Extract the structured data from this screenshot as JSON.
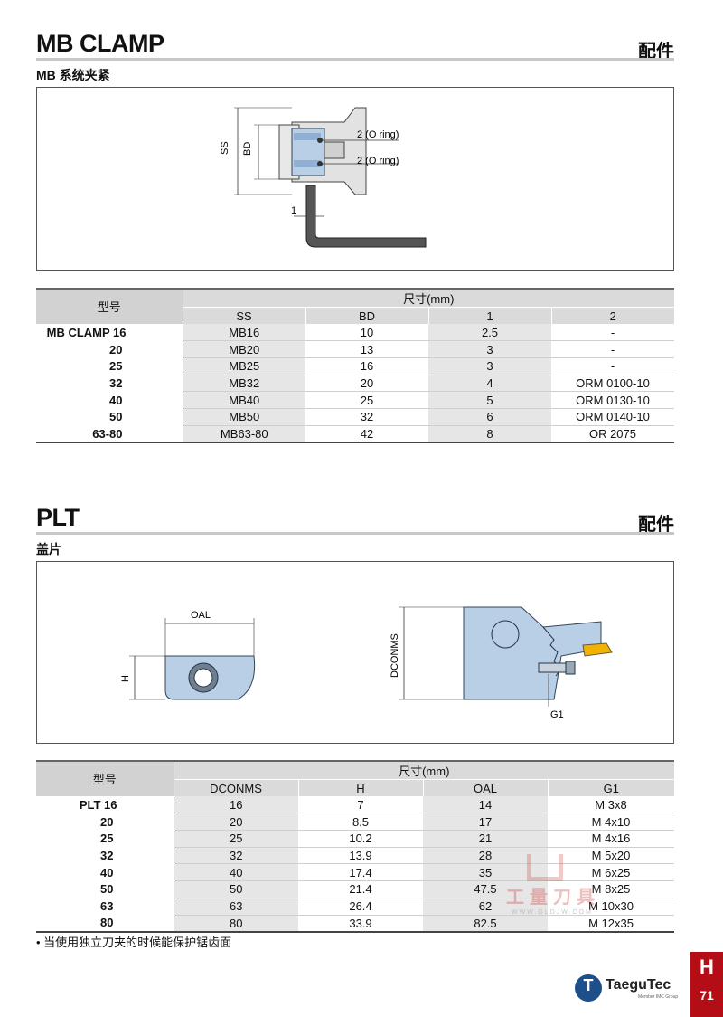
{
  "section1": {
    "title": "MB CLAMP",
    "right_label": "配件",
    "subtitle": "MB 系统夹紧",
    "diagram": {
      "label_ss": "SS",
      "label_bd": "BD",
      "label_oring_1": "2 (O ring)",
      "label_oring_2": "2 (O ring)",
      "label_1": "1"
    },
    "table": {
      "model_header": "型号",
      "group_header": "尺寸(mm)",
      "columns": [
        "SS",
        "BD",
        "1",
        "2"
      ],
      "rows": [
        {
          "model": "MB CLAMP 16",
          "cells": [
            "MB16",
            "10",
            "2.5",
            "-"
          ]
        },
        {
          "model": "20",
          "cells": [
            "MB20",
            "13",
            "3",
            "-"
          ]
        },
        {
          "model": "25",
          "cells": [
            "MB25",
            "16",
            "3",
            "-"
          ]
        },
        {
          "model": "32",
          "cells": [
            "MB32",
            "20",
            "4",
            "ORM 0100-10"
          ]
        },
        {
          "model": "40",
          "cells": [
            "MB40",
            "25",
            "5",
            "ORM 0130-10"
          ]
        },
        {
          "model": "50",
          "cells": [
            "MB50",
            "32",
            "6",
            "ORM 0140-10"
          ]
        },
        {
          "model": "63-80",
          "cells": [
            "MB63-80",
            "42",
            "8",
            "OR 2075"
          ]
        }
      ]
    }
  },
  "section2": {
    "title": "PLT",
    "right_label": "配件",
    "subtitle": "盖片",
    "diagram": {
      "label_oal": "OAL",
      "label_h": "H",
      "label_dconms": "DCONMS",
      "label_g1": "G1"
    },
    "table": {
      "model_header": "型号",
      "group_header": "尺寸(mm)",
      "columns": [
        "DCONMS",
        "H",
        "OAL",
        "G1"
      ],
      "rows": [
        {
          "model": "PLT 16",
          "cells": [
            "16",
            "7",
            "14",
            "M 3x8"
          ]
        },
        {
          "model": "20",
          "cells": [
            "20",
            "8.5",
            "17",
            "M 4x10"
          ]
        },
        {
          "model": "25",
          "cells": [
            "25",
            "10.2",
            "21",
            "M 4x16"
          ]
        },
        {
          "model": "32",
          "cells": [
            "32",
            "13.9",
            "28",
            "M 5x20"
          ]
        },
        {
          "model": "40",
          "cells": [
            "40",
            "17.4",
            "35",
            "M 6x25"
          ]
        },
        {
          "model": "50",
          "cells": [
            "50",
            "21.4",
            "47.5",
            "M 8x25"
          ]
        },
        {
          "model": "63",
          "cells": [
            "63",
            "26.4",
            "62",
            "M 10x30"
          ]
        },
        {
          "model": "80",
          "cells": [
            "80",
            "33.9",
            "82.5",
            "M 12x35"
          ]
        }
      ]
    }
  },
  "note": "• 当使用独立刀夹的时候能保护锯齿面",
  "page_tab": {
    "letter": "H",
    "number": "71"
  },
  "brand": {
    "name": "TaeguTec",
    "tagline": "Member IMC Group"
  },
  "watermark": {
    "text": "工量刀具",
    "url": "WWW.GLDJW.COM"
  },
  "colors": {
    "tab_red": "#b50d16",
    "logo_blue": "#1d4f8a",
    "part_blue": "#b9cfe6"
  }
}
